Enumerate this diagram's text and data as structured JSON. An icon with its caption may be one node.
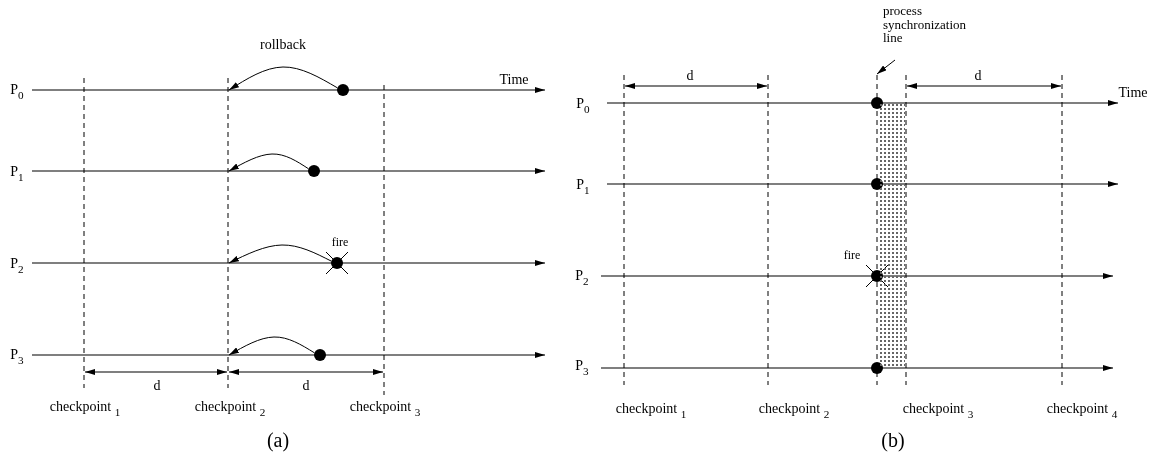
{
  "diagram": {
    "nodes": [
      {
        "text": [],
        "shape": "circle"
      },
      {
        "text": [],
        "shape": "circle"
      },
      {
        "text": [],
        "shape": "circle",
        "beside": [
          "fire"
        ]
      },
      {
        "text": [],
        "shape": "circle"
      },
      {
        "text": [],
        "shape": "circle"
      },
      {
        "text": [],
        "shape": "circle"
      },
      {
        "text": [],
        "shape": "circle",
        "beside": [
          "fire"
        ]
      },
      {
        "text": [],
        "shape": "circle"
      },
      {
        "text": [
          "process synchronization line"
        ]
      },
      {
        "text": [],
        "shape": "box"
      }
    ],
    "edges": [
      {
        "from": 0,
        "to": null,
        "arrow": "to",
        "label": "rollback"
      },
      {
        "from": 1,
        "to": null,
        "arrow": "to"
      },
      {
        "from": 2,
        "to": null,
        "arrow": "to"
      },
      {
        "from": 3,
        "to": null,
        "arrow": "to"
      },
      {
        "from": 8,
        "to": null,
        "arrow": "to"
      }
    ],
    "labels": [
      "Time",
      "P$_{0}$",
      "P$_{1}$",
      "P$_{2}$",
      "P$_{3}$",
      "d",
      "d",
      "checkpoint $_{1}$",
      "checkpoint $_{2}$",
      "checkpoint $_{3}$",
      "(a)",
      "d",
      "d",
      "Time",
      "P$_{0}$",
      "P$_{1}$",
      "P$_{2}$",
      "P$_{3}$",
      "checkpoint $_{1}$",
      "checkpoint $_{2}$",
      "checkpoint $_{3}$",
      "checkpoint $_{4}$",
      "(b)"
    ]
  }
}
